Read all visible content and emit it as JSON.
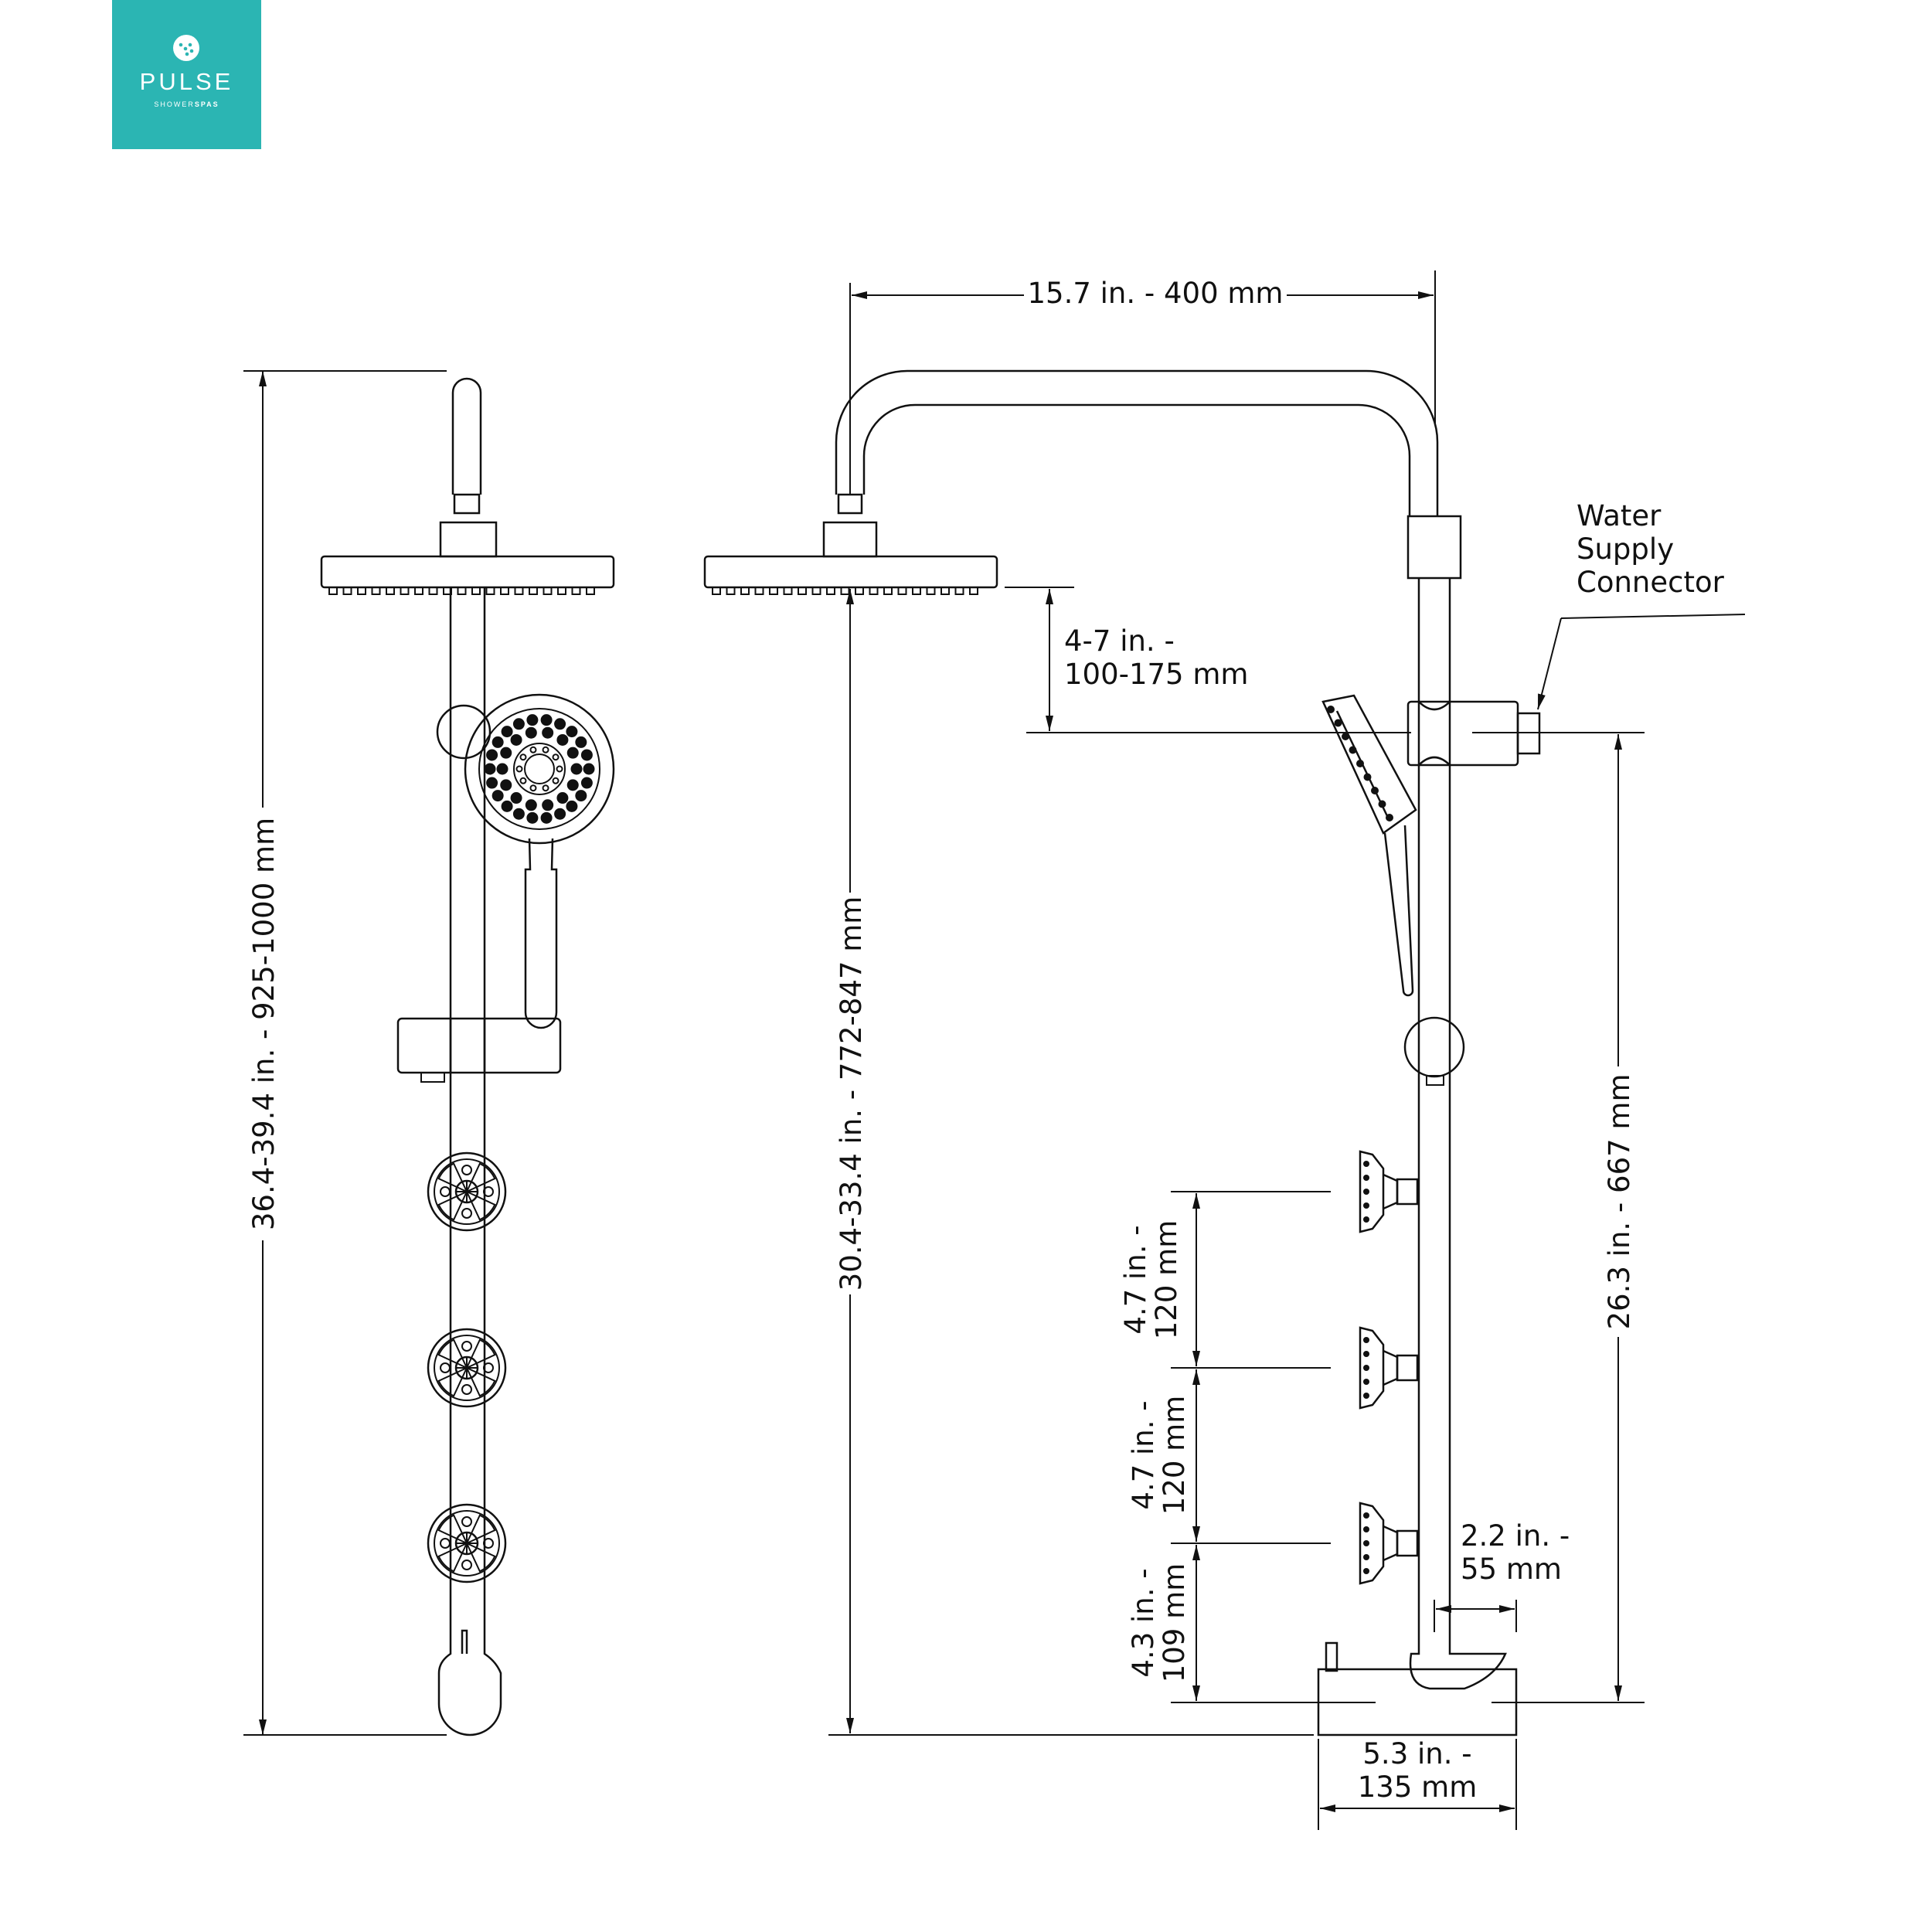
{
  "brand": {
    "name": "PULSE",
    "tagline_light": "SHOWER",
    "tagline_bold": "SPAS",
    "color": "#2bb5b3"
  },
  "dimensions": {
    "arm_width": "15.7 in. - 400 mm",
    "total_height": "36.4-39.4 in. - 925-1000 mm",
    "head_height": "30.4-33.4 in. - 772-847 mm",
    "head_to_connector_l1": "4-7 in. -",
    "head_to_connector_l2": "100-175 mm",
    "connector_height": "26.3 in. - 667 mm",
    "jet_spacing_1_l1": "4.7 in. -",
    "jet_spacing_1_l2": "120 mm",
    "jet_spacing_2_l1": "4.7 in. -",
    "jet_spacing_2_l2": "120 mm",
    "bottom_jet_l1": "4.3 in. -",
    "bottom_jet_l2": "109 mm",
    "wall_offset_l1": "2.2 in. -",
    "wall_offset_l2": "55 mm",
    "valve_width_l1": "5.3 in. -",
    "valve_width_l2": "135 mm"
  },
  "callouts": {
    "water_supply_l1": "Water",
    "water_supply_l2": "Supply",
    "water_supply_l3": "Connector"
  }
}
